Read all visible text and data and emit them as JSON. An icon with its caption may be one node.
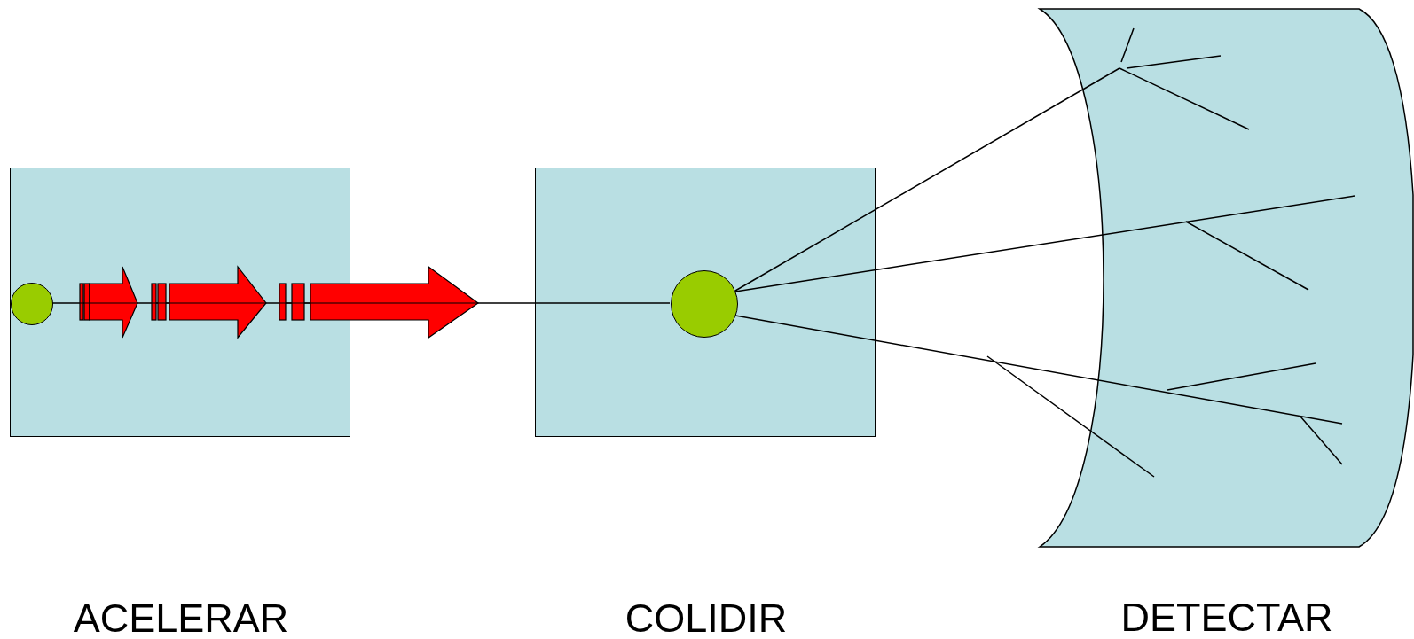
{
  "diagram": {
    "nodes": [
      {
        "text": [
          "ACELERAR"
        ]
      },
      {
        "text": [],
        "shape": "circle",
        "in": 0
      },
      {
        "text": [
          "COLIDIR"
        ]
      },
      {
        "text": [],
        "shape": "circle",
        "in": 2
      },
      {
        "text": [
          "DETECTAR"
        ]
      }
    ],
    "edges": [
      {
        "from": 1,
        "to": 3,
        "arrow": "none"
      }
    ]
  }
}
